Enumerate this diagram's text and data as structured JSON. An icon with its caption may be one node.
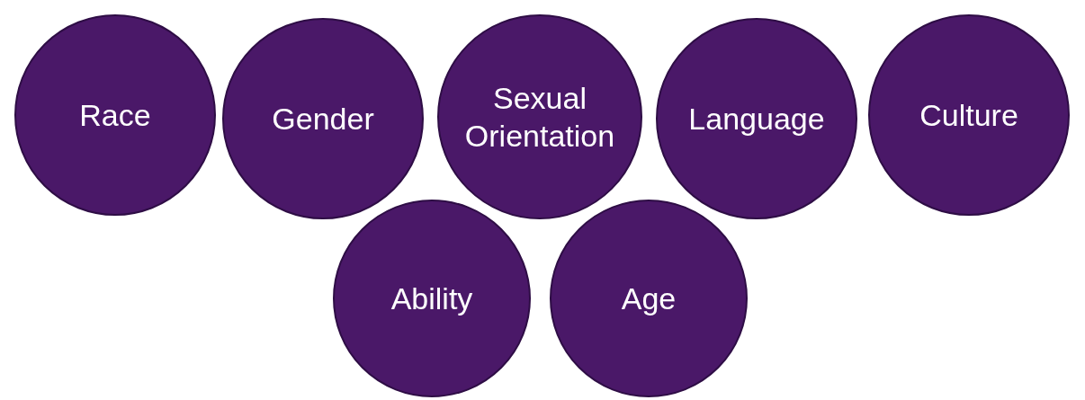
{
  "diagram": {
    "nodes": [
      {
        "text": [
          "Race"
        ]
      },
      {
        "text": [
          "Gender"
        ]
      },
      {
        "text": [
          "Sexual Orientation"
        ]
      },
      {
        "text": [
          "Language"
        ]
      },
      {
        "text": [
          "Culture"
        ]
      },
      {
        "text": [
          "Ability"
        ]
      },
      {
        "text": [
          "Age"
        ]
      }
    ]
  }
}
